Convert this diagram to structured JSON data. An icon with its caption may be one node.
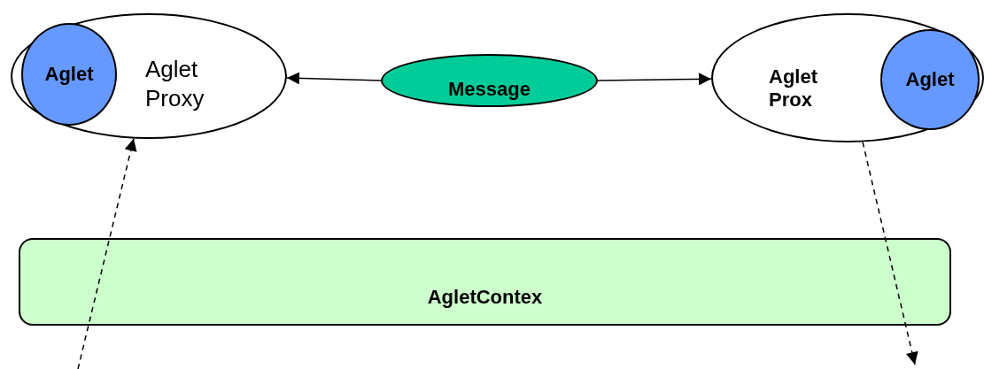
{
  "diagram": {
    "nodes": [
      {
        "text": [
          "Aglet Proxy"
        ]
      },
      {
        "text": [
          "Aglet"
        ],
        "in": 0
      },
      {
        "text": [
          "Message"
        ]
      },
      {
        "text": [
          "Aglet Prox"
        ]
      },
      {
        "text": [
          "Aglet"
        ],
        "in": 3
      },
      {
        "text": [
          "AgletContex"
        ]
      }
    ],
    "edges": [
      {
        "from": 2,
        "to": 0,
        "arrow": "to"
      },
      {
        "from": 2,
        "to": 3,
        "arrow": "to"
      },
      {
        "from": null,
        "to": 0,
        "arrow": "to",
        "style": "dashed"
      },
      {
        "from": 3,
        "to": null,
        "arrow": "to",
        "style": "dashed"
      }
    ]
  }
}
